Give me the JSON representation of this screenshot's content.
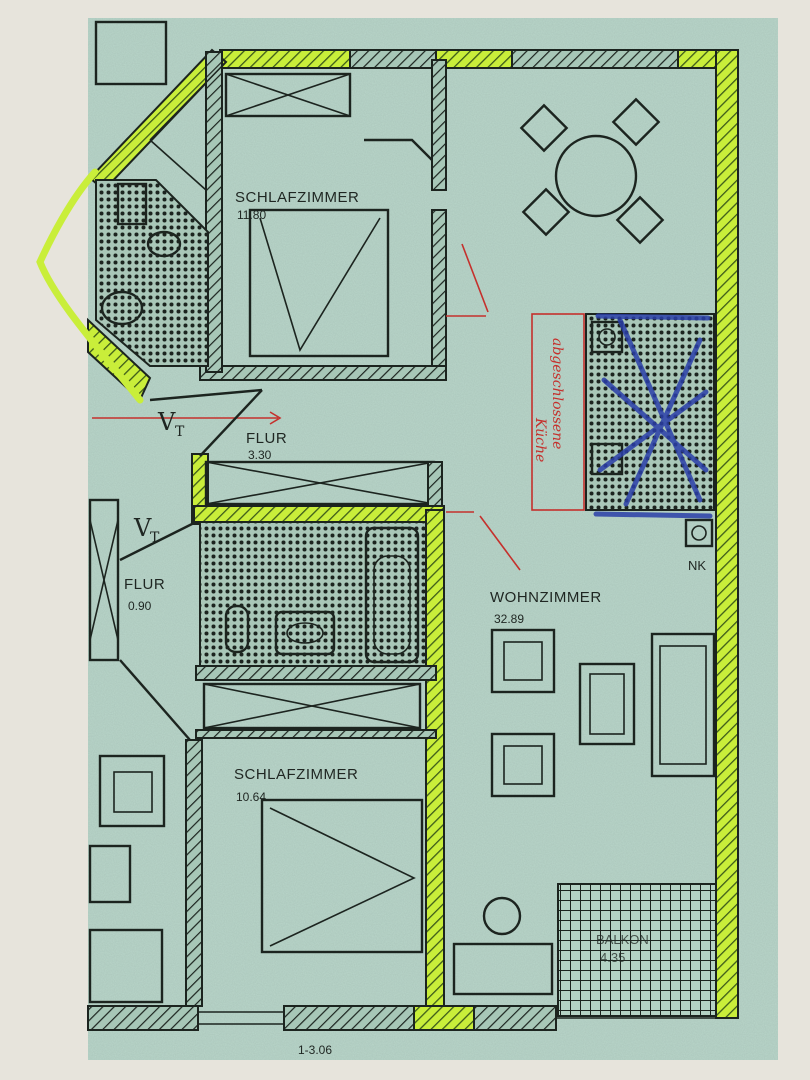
{
  "rooms": {
    "bedroom_top": {
      "name": "SCHLAFZIMMER",
      "area": "11.80"
    },
    "hall_main": {
      "name": "FLUR",
      "area": "3.30"
    },
    "hall_left": {
      "name": "FLUR",
      "area": "0.90"
    },
    "living": {
      "name": "WOHNZIMMER",
      "area": "32.89"
    },
    "bedroom_bottom": {
      "name": "SCHLAFZIMMER",
      "area": "10.64"
    },
    "balcony": {
      "name": "BALKON",
      "area": "4.35"
    }
  },
  "labels": {
    "vt_top": "V",
    "vt_top_sub": "T",
    "vt_left": "V",
    "vt_left_sub": "T",
    "nk": "NK",
    "kitchen_note_line1": "abgeschlossene",
    "kitchen_note_line2": "Küche",
    "bottom_code": "1-3.06"
  },
  "colors": {
    "paper": "#e7e4dc",
    "plan_tint": "#b9d6ca",
    "line": "#1c241f",
    "highlight": "#c9ee3a",
    "red_pen": "#c5302c",
    "blue_pen": "#2a3ea8"
  }
}
